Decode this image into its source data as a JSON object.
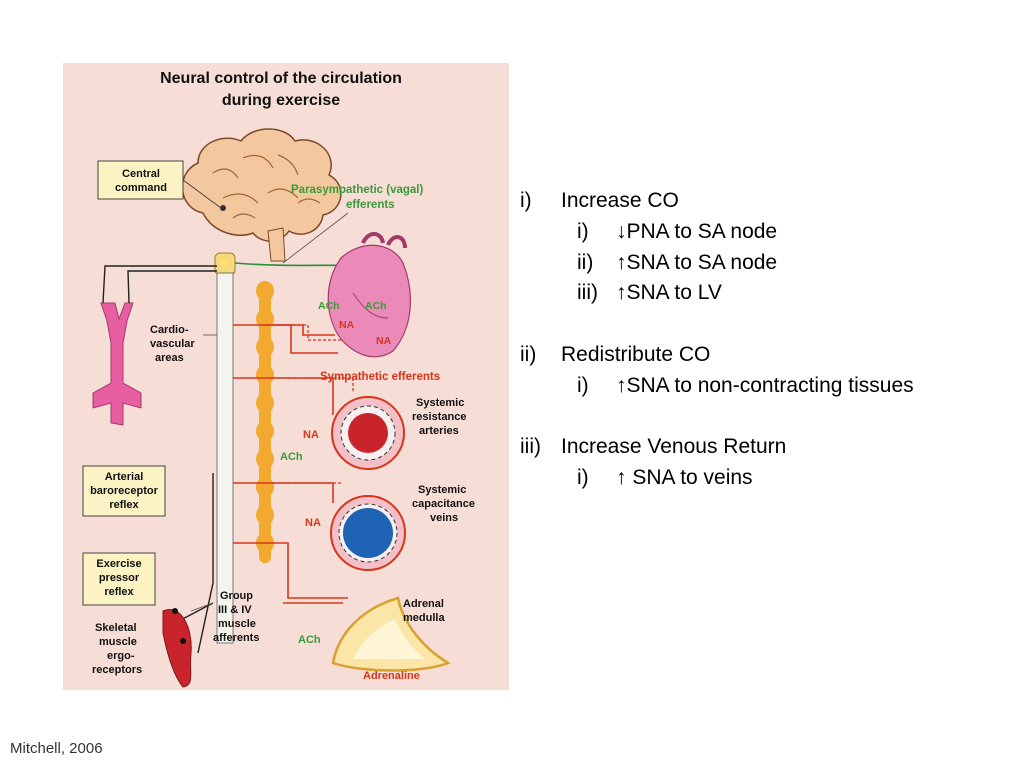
{
  "figure": {
    "title_line1": "Neural control of the circulation",
    "title_line2": "during exercise",
    "labels": {
      "central_command_1": "Central",
      "central_command_2": "command",
      "parasympathetic_1": "Parasympathetic (vagal)",
      "parasympathetic_2": "efferents",
      "cardiovascular_1": "Cardio-",
      "cardiovascular_2": "vascular",
      "cardiovascular_3": "areas",
      "ach_heart_left": "ACh",
      "ach_heart_right": "ACh",
      "na_heart_1": "NA",
      "na_heart_2": "NA",
      "sympathetic": "Sympathetic efferents",
      "resistance_1": "Systemic",
      "resistance_2": "resistance",
      "resistance_3": "arteries",
      "na_arteries": "NA",
      "ach_chain": "ACh",
      "baroreceptor_1": "Arterial",
      "baroreceptor_2": "baroreceptor",
      "baroreceptor_3": "reflex",
      "capacitance_1": "Systemic",
      "capacitance_2": "capacitance",
      "capacitance_3": "veins",
      "na_veins": "NA",
      "pressor_1": "Exercise",
      "pressor_2": "pressor",
      "pressor_3": "reflex",
      "group_1": "Group",
      "group_2": "III & IV",
      "group_3": "muscle",
      "group_4": "afferents",
      "adrenal_1": "Adrenal",
      "adrenal_2": "medulla",
      "ach_adrenal": "ACh",
      "skeletal_1": "Skeletal",
      "skeletal_2": "muscle",
      "skeletal_3": "ergo-",
      "skeletal_4": "receptors",
      "adrenaline": "Adrenaline"
    },
    "colors": {
      "background": "#f6ddd6",
      "sympathetic": "#d8361c",
      "parasympathetic": "#2a8f3a",
      "label_green": "#3a9a3a",
      "label_red": "#d8361c",
      "chain": "#f2a92e",
      "box": "#fbf3c4"
    }
  },
  "outline": {
    "items": [
      {
        "num": "i)",
        "text": "Increase CO",
        "sub": [
          {
            "num": "i)",
            "text": "↓PNA to SA node"
          },
          {
            "num": "ii)",
            "text": "↑SNA to SA node"
          },
          {
            "num": "iii)",
            "text": "↑SNA to LV"
          }
        ]
      },
      {
        "num": "ii)",
        "text": "Redistribute CO",
        "sub": [
          {
            "num": "i)",
            "text": "↑SNA to non-contracting tissues"
          }
        ]
      },
      {
        "num": "iii)",
        "text": "Increase Venous Return",
        "sub": [
          {
            "num": "i)",
            "text": "↑ SNA to veins"
          }
        ]
      }
    ]
  },
  "credit": "Mitchell, 2006"
}
